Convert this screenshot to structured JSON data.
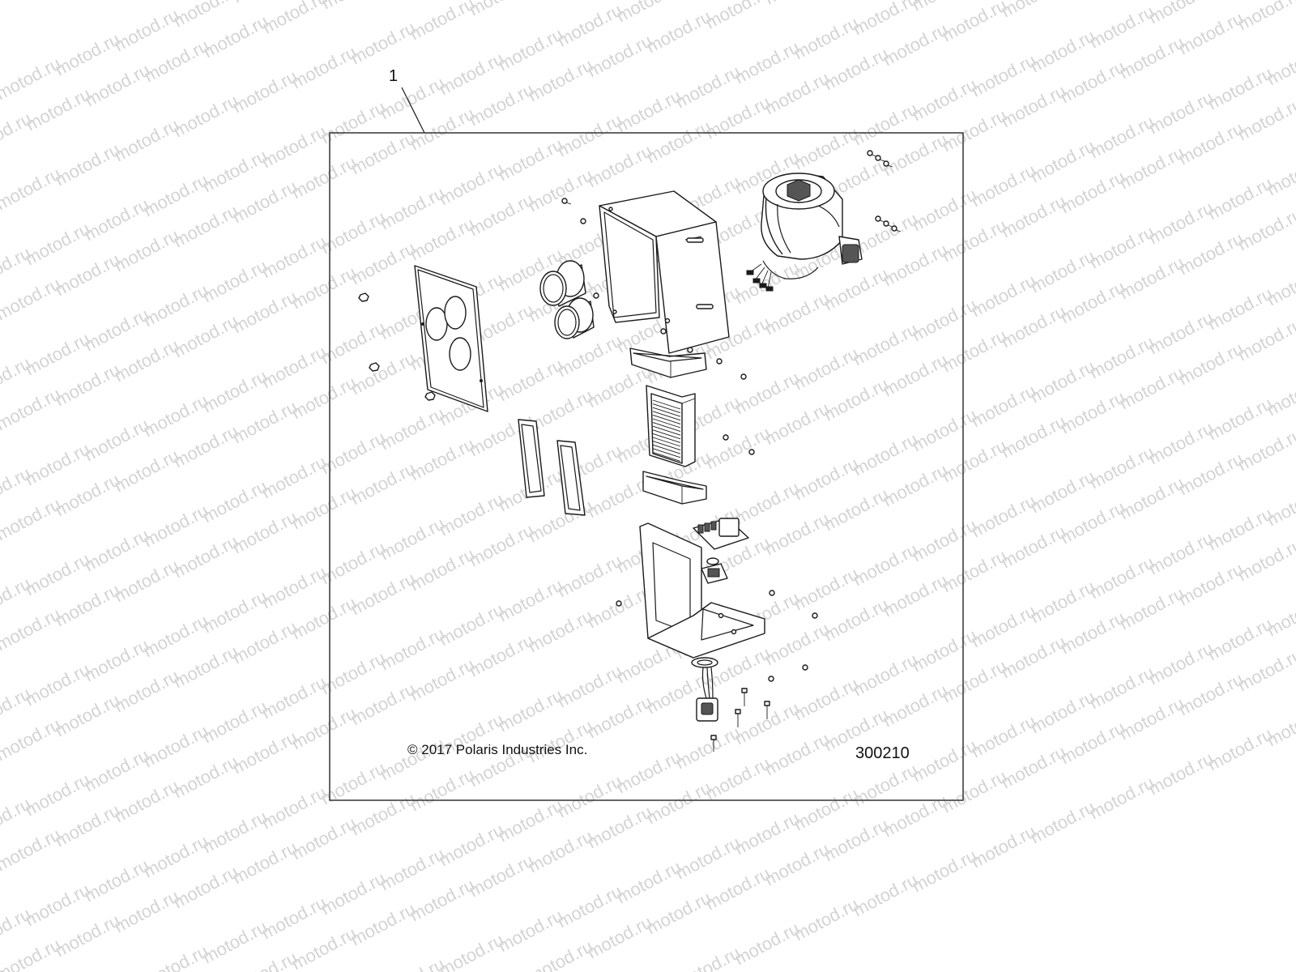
{
  "diagram": {
    "callout": "1",
    "copyright": "© 2017 Polaris Industries Inc.",
    "figure_number": "300210",
    "watermark": "motod.ru"
  },
  "colors": {
    "background": "#ffffff",
    "line": "#1a1a1a",
    "frame": "#333333",
    "watermark": "#d4d4d4"
  }
}
